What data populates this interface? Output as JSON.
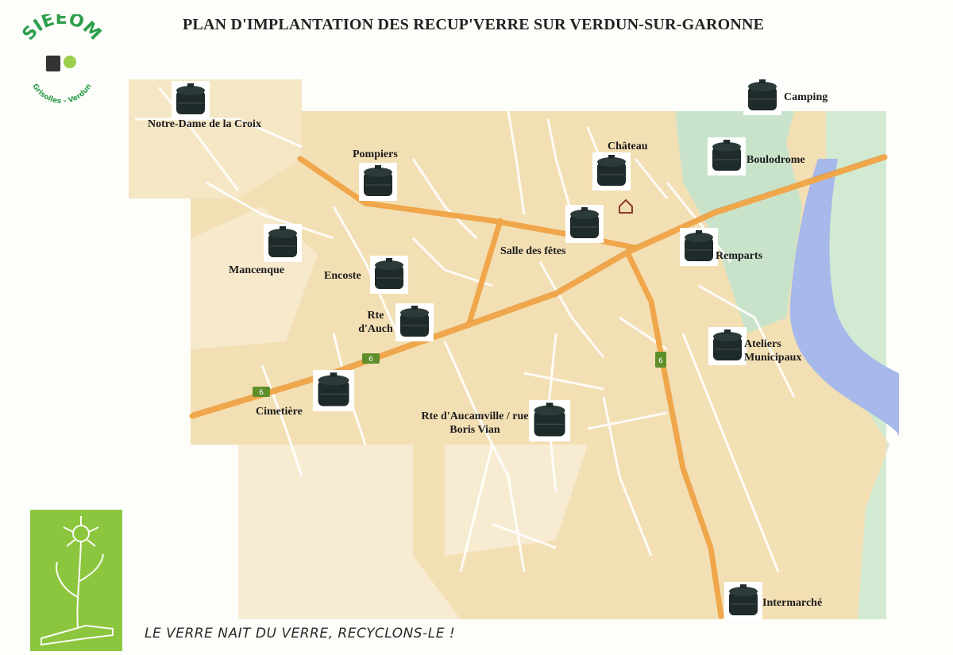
{
  "title": "PLAN D'IMPLANTATION DES RECUP'VERRE SUR VERDUN-SUR-GARONNE",
  "logo": {
    "text": "SIEEOM",
    "subtext": "Grisolles - Verdun"
  },
  "slogan": "LE VERRE NAIT DU VERRE, RECYCLONS-LE !",
  "locations": [
    {
      "name": "Notre-Dame de la Croix"
    },
    {
      "name": "Pompiers"
    },
    {
      "name": "Château"
    },
    {
      "name": "Camping"
    },
    {
      "name": "Boulodrome"
    },
    {
      "name": "Mancenque"
    },
    {
      "name": "Encoste"
    },
    {
      "name": "Salle des fêtes"
    },
    {
      "name": "Remparts"
    },
    {
      "name": "Rte d'Auch"
    },
    {
      "name": "Ateliers Municipaux"
    },
    {
      "name": "Cimetière"
    },
    {
      "name": "Rte d'Aucamville / rue Boris Vian"
    },
    {
      "name": "Intermarché"
    }
  ],
  "road_badges": [
    "6",
    "6",
    "6"
  ],
  "colors": {
    "land": "#f3dfb4",
    "road": "#f0a64a",
    "river": "#a7b9ea",
    "park": "#c9e3cb",
    "bin": "#1f2a2a",
    "accent_green": "#8cc63f"
  }
}
